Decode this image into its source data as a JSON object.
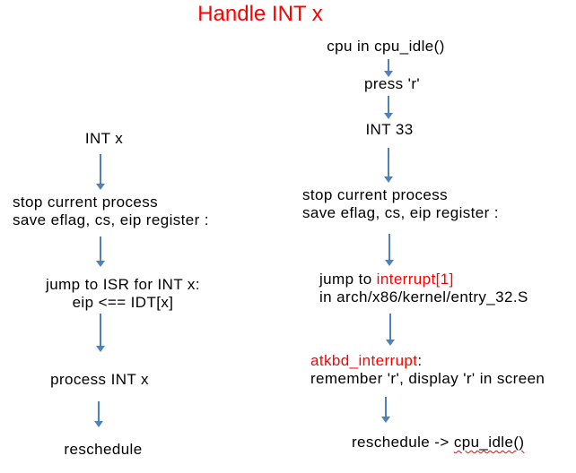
{
  "title": "Handle INT x",
  "colors": {
    "background": "#ffffff",
    "title_red": "#ff0000",
    "highlight_red": "#ff0000",
    "arrow_blue": "#4f81bd",
    "text_black": "#000000"
  },
  "left_flow": {
    "int_x": "INT x",
    "stop_line1": "stop current process",
    "stop_line2": "save eflag, cs, eip register :",
    "jump_line1": "jump to ISR for INT x:",
    "jump_line2": "eip <== IDT[x]",
    "process_int": "process INT x",
    "reschedule": "reschedule"
  },
  "right_flow": {
    "cpu_idle": "cpu in cpu_idle()",
    "press_r": "press 'r'",
    "int_33": "INT 33",
    "stop_line1": "stop current process",
    "stop_line2": "save eflag, cs, eip register :",
    "jump_prefix": "jump to ",
    "jump_target": "interrupt[1]",
    "jump_location": "in arch/x86/kernel/entry_32.S",
    "handler_name": "atkbd_interrupt",
    "handler_colon": ":",
    "handler_action": "remember 'r', display 'r' in screen",
    "reschedule_prefix": "reschedule -> ",
    "reschedule_target": "cpu_idle()"
  }
}
